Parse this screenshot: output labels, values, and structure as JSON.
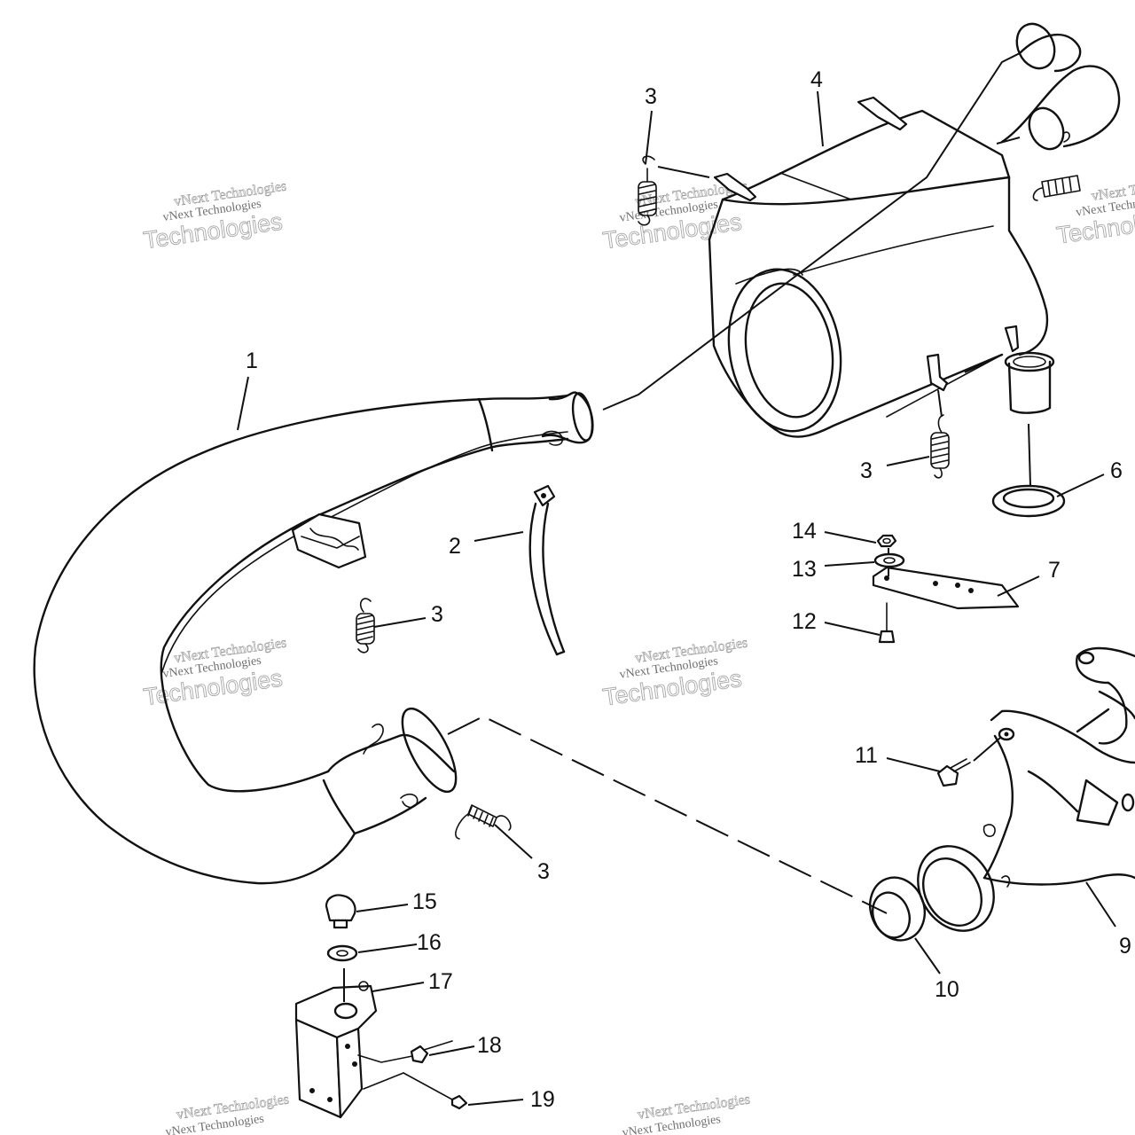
{
  "watermark": {
    "line1": "vNext Technologies",
    "line2": "Technologies",
    "line3": "vNext Technologies"
  },
  "callouts": {
    "c1": "1",
    "c2": "2",
    "c3a": "3",
    "c3b": "3",
    "c3c": "3",
    "c3d": "3",
    "c4": "4",
    "c6": "6",
    "c7": "7",
    "c9": "9",
    "c10": "10",
    "c11": "11",
    "c12": "12",
    "c13": "13",
    "c14": "14",
    "c15": "15",
    "c16": "16",
    "c17": "17",
    "c18": "18",
    "c19": "19"
  }
}
